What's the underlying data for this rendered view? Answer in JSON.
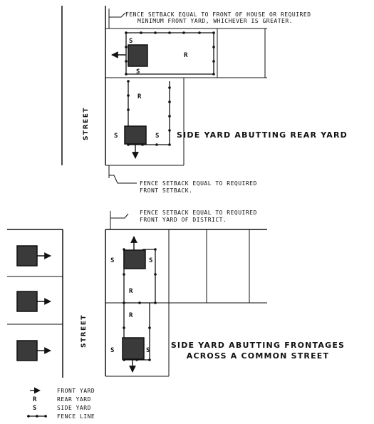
{
  "top": {
    "note_front": [
      "FENCE SETBACK EQUAL TO FRONT OF HOUSE OR REQUIRED",
      "MINIMUM FRONT YARD, WHICHEVER IS GREATER."
    ],
    "note_bottom": [
      "FENCE SETBACK EQUAL TO REQUIRED",
      "FRONT SETBACK."
    ],
    "title": "SIDE YARD ABUTTING REAR YARD",
    "street": "STREET"
  },
  "bottom": {
    "note_front": [
      "FENCE SETBACK EQUAL TO REQUIRED",
      "FRONT YARD OF DISTRICT."
    ],
    "title": [
      "SIDE YARD ABUTTING FRONTAGES",
      "ACROSS A COMMON STREET"
    ],
    "street": "STREET"
  },
  "letters": {
    "side": "S",
    "rear": "R"
  },
  "legend": [
    {
      "key": "front",
      "symbol": "arrow",
      "label": "FRONT YARD"
    },
    {
      "key": "rear",
      "symbol": "R",
      "label": "REAR YARD"
    },
    {
      "key": "side",
      "symbol": "S",
      "label": "SIDE YARD"
    },
    {
      "key": "fence",
      "symbol": "fence",
      "label": "FENCE LINE"
    }
  ]
}
